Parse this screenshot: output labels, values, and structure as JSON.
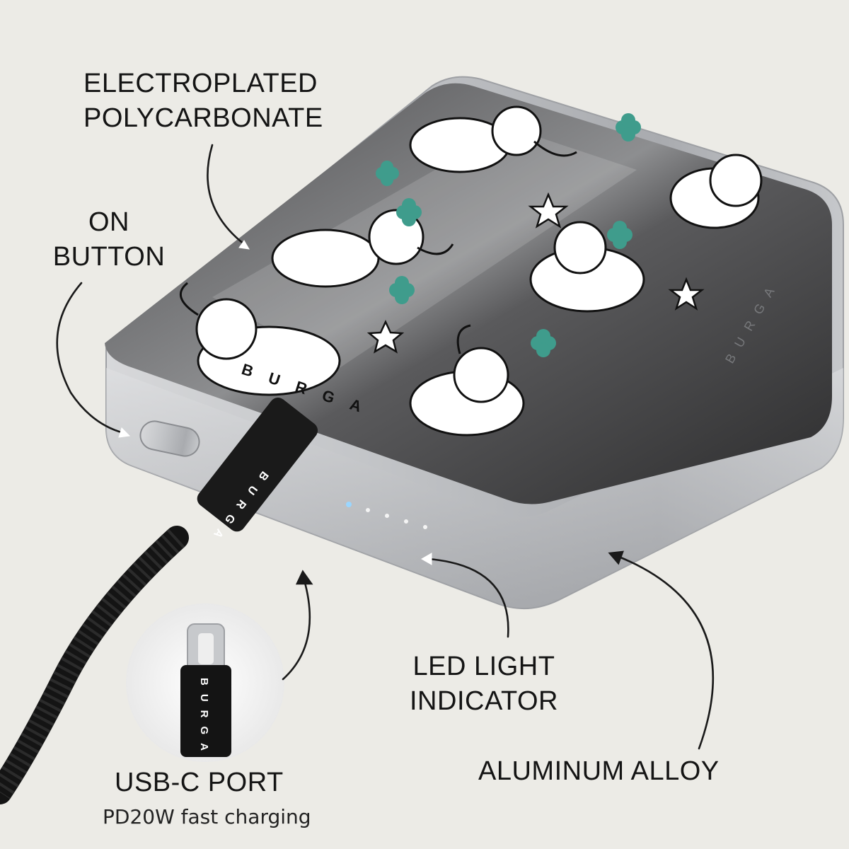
{
  "callouts": {
    "electroplated": {
      "line1": "ELECTROPLATED",
      "line2": "POLYCARBONATE"
    },
    "on_button": {
      "line1": "ON",
      "line2": "BUTTON"
    },
    "led": {
      "line1": "LED LIGHT",
      "line2": "INDICATOR"
    },
    "aluminum": "ALUMINUM ALLOY",
    "usb": {
      "title": "USB-C PORT",
      "subtitle": "PD20W fast charging"
    }
  },
  "branding": {
    "cable_logo": "BURGA",
    "lid_logo": "BURGA",
    "art_logo": "BURGA"
  },
  "colors": {
    "background": "#ecebe6",
    "aluminum": "#b9bbbe",
    "lid": "#3e3e3f",
    "clover": "#3f9c8c",
    "cable": "#141414",
    "led": "#9ad6ff"
  },
  "led_count": 5
}
